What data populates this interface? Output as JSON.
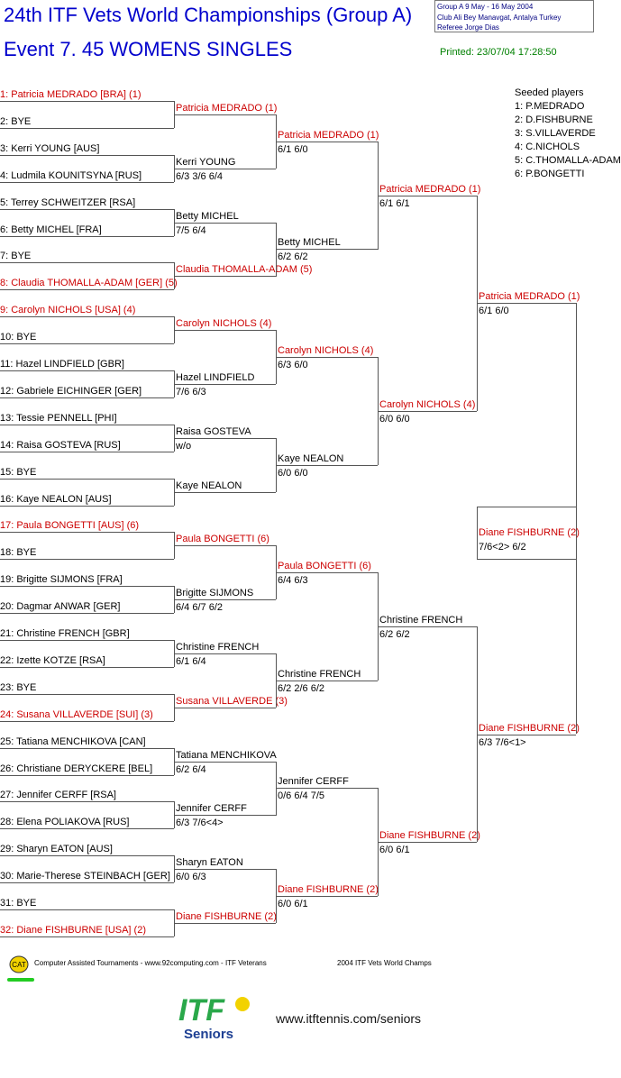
{
  "header": {
    "title": "24th ITF Vets World Championships (Group A)",
    "event": "Event 7. 45 WOMENS SINGLES",
    "info_line1": "Group A   9 May - 16 May 2004",
    "info_line2": "Club Ali Bey Manavgat, Antalya   Turkey",
    "info_line3": "Referee Jorge Dias",
    "printed": "Printed: 23/07/04 17:28:50"
  },
  "seeded": {
    "title": "Seeded players",
    "players": [
      "1: P.MEDRADO",
      "2: D.FISHBURNE",
      "3: S.VILLAVERDE",
      "4: C.NICHOLS",
      "5: C.THOMALLA-ADAM",
      "6: P.BONGETTI"
    ]
  },
  "round1": [
    {
      "text": "1: Patricia MEDRADO [BRA] (1)",
      "seed": true
    },
    {
      "text": "2: BYE",
      "seed": false
    },
    {
      "text": "3: Kerri YOUNG [AUS]",
      "seed": false
    },
    {
      "text": "4: Ludmila KOUNITSYNA [RUS]",
      "seed": false
    },
    {
      "text": "5: Terrey SCHWEITZER [RSA]",
      "seed": false
    },
    {
      "text": "6: Betty MICHEL [FRA]",
      "seed": false
    },
    {
      "text": "7: BYE",
      "seed": false
    },
    {
      "text": "8: Claudia THOMALLA-ADAM [GER] (5)",
      "seed": true
    },
    {
      "text": "9: Carolyn NICHOLS [USA] (4)",
      "seed": true
    },
    {
      "text": "10: BYE",
      "seed": false
    },
    {
      "text": "11: Hazel LINDFIELD [GBR]",
      "seed": false
    },
    {
      "text": "12: Gabriele EICHINGER [GER]",
      "seed": false
    },
    {
      "text": "13: Tessie PENNELL [PHI]",
      "seed": false
    },
    {
      "text": "14: Raisa GOSTEVA [RUS]",
      "seed": false
    },
    {
      "text": "15: BYE",
      "seed": false
    },
    {
      "text": "16: Kaye NEALON [AUS]",
      "seed": false
    },
    {
      "text": "17: Paula BONGETTI [AUS] (6)",
      "seed": true
    },
    {
      "text": "18: BYE",
      "seed": false
    },
    {
      "text": "19: Brigitte SIJMONS [FRA]",
      "seed": false
    },
    {
      "text": "20: Dagmar ANWAR [GER]",
      "seed": false
    },
    {
      "text": "21: Christine FRENCH [GBR]",
      "seed": false
    },
    {
      "text": "22: Izette KOTZE [RSA]",
      "seed": false
    },
    {
      "text": "23: BYE",
      "seed": false
    },
    {
      "text": "24: Susana VILLAVERDE [SUI] (3)",
      "seed": true
    },
    {
      "text": "25: Tatiana MENCHIKOVA [CAN]",
      "seed": false
    },
    {
      "text": "26: Christiane DERYCKERE [BEL]",
      "seed": false
    },
    {
      "text": "27: Jennifer CERFF [RSA]",
      "seed": false
    },
    {
      "text": "28: Elena POLIAKOVA [RUS]",
      "seed": false
    },
    {
      "text": "29: Sharyn EATON [AUS]",
      "seed": false
    },
    {
      "text": "30: Marie-Therese STEINBACH [GER]",
      "seed": false
    },
    {
      "text": "31: BYE",
      "seed": false
    },
    {
      "text": "32: Diane FISHBURNE [USA] (2)",
      "seed": true
    }
  ],
  "round2": [
    {
      "name": "Patricia MEDRADO (1)",
      "score": "",
      "seed": true
    },
    {
      "name": "Kerri YOUNG",
      "score": "6/3 3/6 6/4",
      "seed": false
    },
    {
      "name": "Betty MICHEL",
      "score": "7/5 6/4",
      "seed": false
    },
    {
      "name": "Claudia THOMALLA-ADAM (5)",
      "score": "",
      "seed": true
    },
    {
      "name": "Carolyn NICHOLS (4)",
      "score": "",
      "seed": true
    },
    {
      "name": "Hazel LINDFIELD",
      "score": "7/6 6/3",
      "seed": false
    },
    {
      "name": "Raisa GOSTEVA",
      "score": "w/o",
      "seed": false
    },
    {
      "name": "Kaye NEALON",
      "score": "",
      "seed": false
    },
    {
      "name": "Paula BONGETTI (6)",
      "score": "",
      "seed": true
    },
    {
      "name": "Brigitte SIJMONS",
      "score": "6/4 6/7 6/2",
      "seed": false
    },
    {
      "name": "Christine FRENCH",
      "score": "6/1 6/4",
      "seed": false
    },
    {
      "name": "Susana VILLAVERDE (3)",
      "score": "",
      "seed": true
    },
    {
      "name": "Tatiana MENCHIKOVA",
      "score": "6/2 6/4",
      "seed": false
    },
    {
      "name": "Jennifer CERFF",
      "score": "6/3 7/6<4>",
      "seed": false
    },
    {
      "name": "Sharyn EATON",
      "score": "6/0 6/3",
      "seed": false
    },
    {
      "name": "Diane FISHBURNE (2)",
      "score": "",
      "seed": true
    }
  ],
  "round3": [
    {
      "name": "Patricia MEDRADO (1)",
      "score": "6/1 6/0",
      "seed": true
    },
    {
      "name": "Betty MICHEL",
      "score": "6/2 6/2",
      "seed": false
    },
    {
      "name": "Carolyn NICHOLS (4)",
      "score": "6/3 6/0",
      "seed": true
    },
    {
      "name": "Kaye NEALON",
      "score": "6/0 6/0",
      "seed": false
    },
    {
      "name": "Paula BONGETTI (6)",
      "score": "6/4 6/3",
      "seed": true
    },
    {
      "name": "Christine FRENCH",
      "score": "6/2 2/6 6/2",
      "seed": false
    },
    {
      "name": "Jennifer CERFF",
      "score": "0/6 6/4 7/5",
      "seed": false
    },
    {
      "name": "Diane FISHBURNE (2)",
      "score": "6/0 6/1",
      "seed": true
    }
  ],
  "round4": [
    {
      "name": "Patricia MEDRADO (1)",
      "score": "6/1 6/1",
      "seed": true
    },
    {
      "name": "Carolyn NICHOLS (4)",
      "score": "6/0 6/0",
      "seed": true
    },
    {
      "name": "Christine FRENCH",
      "score": "6/2 6/2",
      "seed": false
    },
    {
      "name": "Diane FISHBURNE (2)",
      "score": "6/0 6/1",
      "seed": true
    }
  ],
  "round5": [
    {
      "name": "Patricia MEDRADO (1)",
      "score": "6/1 6/0",
      "seed": true
    },
    {
      "name": "Diane FISHBURNE (2)",
      "score": "6/3 7/6<1>",
      "seed": true
    }
  ],
  "final": {
    "name": "Diane FISHBURNE (2)",
    "score": "7/6<2> 6/2",
    "seed": true
  },
  "footer": {
    "cat_logo_text": "CAT",
    "software": "Computer Assisted Tournaments - www.92computing.com -  ITF Veterans",
    "event_name": "2004 ITF Vets World Champs",
    "itf_logo_text": "ITF",
    "itf_sub": "Seniors",
    "url": "www.itftennis.com/seniors"
  },
  "colors": {
    "title": "#0000cc",
    "seed": "#cc0000",
    "printed": "#008000",
    "itf_green": "#2aa84a",
    "itf_blue": "#1d3f93"
  }
}
